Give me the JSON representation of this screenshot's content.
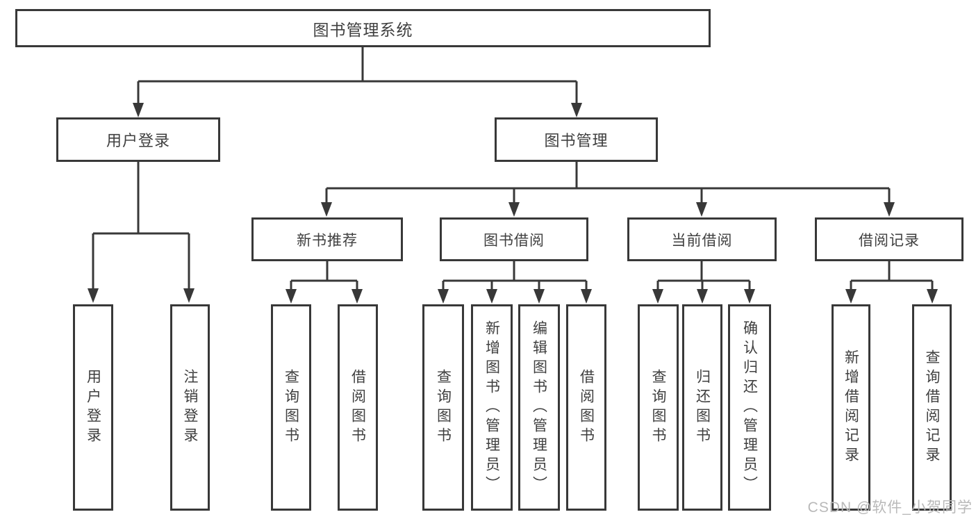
{
  "tree": {
    "root": {
      "label": "图书管理系统"
    },
    "branches": [
      {
        "label": "用户登录",
        "leaves": [
          {
            "label": "用户登录"
          },
          {
            "label": "注销登录"
          }
        ]
      },
      {
        "label": "图书管理",
        "children": [
          {
            "label": "新书推荐",
            "leaves": [
              {
                "label": "查询图书"
              },
              {
                "label": "借阅图书"
              }
            ]
          },
          {
            "label": "图书借阅",
            "leaves": [
              {
                "label": "查询图书"
              },
              {
                "label": "新增图书（管理员）"
              },
              {
                "label": "编辑图书（管理员）"
              },
              {
                "label": "借阅图书"
              }
            ]
          },
          {
            "label": "当前借阅",
            "leaves": [
              {
                "label": "查询图书"
              },
              {
                "label": "归还图书"
              },
              {
                "label": "确认归还（管理员）"
              }
            ]
          },
          {
            "label": "借阅记录",
            "leaves": [
              {
                "label": "新增借阅记录"
              },
              {
                "label": "查询借阅记录"
              }
            ]
          }
        ]
      }
    ]
  },
  "watermark": {
    "text": "CSDN @软件_小贺同学"
  },
  "colors": {
    "line": "#383838",
    "text": "#3f3f3f",
    "watermark_gray": "#b9b9b9",
    "background": "#ffffff"
  }
}
